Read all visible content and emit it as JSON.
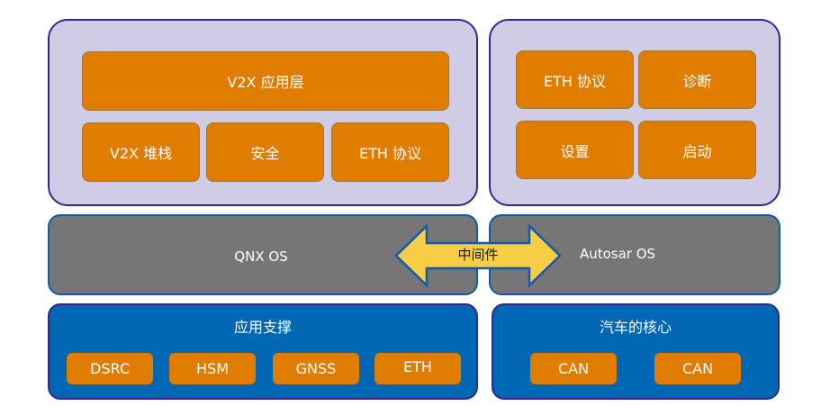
{
  "v2x_stack": {
    "application_layer": "V2X 应用层",
    "modules": [
      "V2X 堆栈",
      "安全",
      "ETH 协议"
    ]
  },
  "vehicle_services": {
    "modules": [
      "ETH 协议",
      "诊断",
      "设置",
      "启动"
    ]
  },
  "operating_systems": {
    "left": "QNX OS",
    "right": "Autosar OS",
    "middleware": "中间件"
  },
  "app_support": {
    "title": "应用支撑",
    "modules": [
      "DSRC",
      "HSM",
      "GNSS",
      "ETH"
    ]
  },
  "vehicle_core": {
    "title": "汽车的核心",
    "modules": [
      "CAN",
      "CAN"
    ]
  },
  "colors": {
    "container_lavender": "#d0cce6",
    "module_orange": "#e07d00",
    "os_gray": "#767676",
    "support_blue": "#0067b4",
    "arrow_yellow": "#f7cd46"
  }
}
